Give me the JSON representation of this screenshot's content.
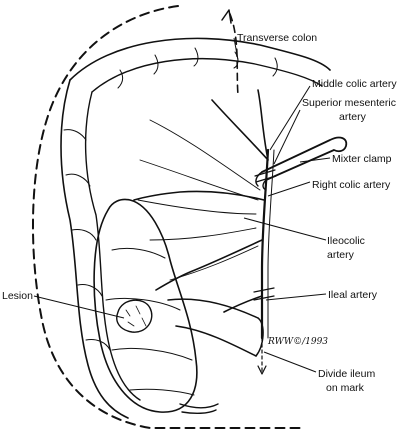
{
  "labels": {
    "transverse_colon": "Transverse colon",
    "middle_colic_artery": "Middle colic artery",
    "superior_mesenteric_line1": "Superior mesenteric",
    "superior_mesenteric_line2": "artery",
    "mixter_clamp": "Mixter clamp",
    "right_colic_artery": "Right colic artery",
    "ileocolic_line1": "Ileocolic",
    "ileocolic_line2": "artery",
    "lesion": "Lesion",
    "ileal_artery": "Ileal artery",
    "divide_ileum_line1": "Divide ileum",
    "divide_ileum_line2": "on mark"
  },
  "signature": "RWW©/1993"
}
